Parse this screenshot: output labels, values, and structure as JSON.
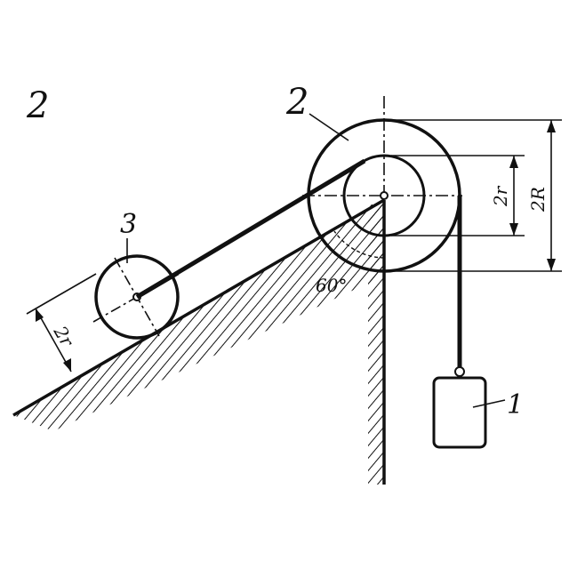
{
  "problem_number": "2",
  "labels": {
    "weight": "1",
    "pulley": "2",
    "roller": "3",
    "angle": "60°",
    "pulley_inner_diameter": "2r",
    "pulley_outer_diameter": "2R",
    "roller_diameter": "2r"
  }
}
